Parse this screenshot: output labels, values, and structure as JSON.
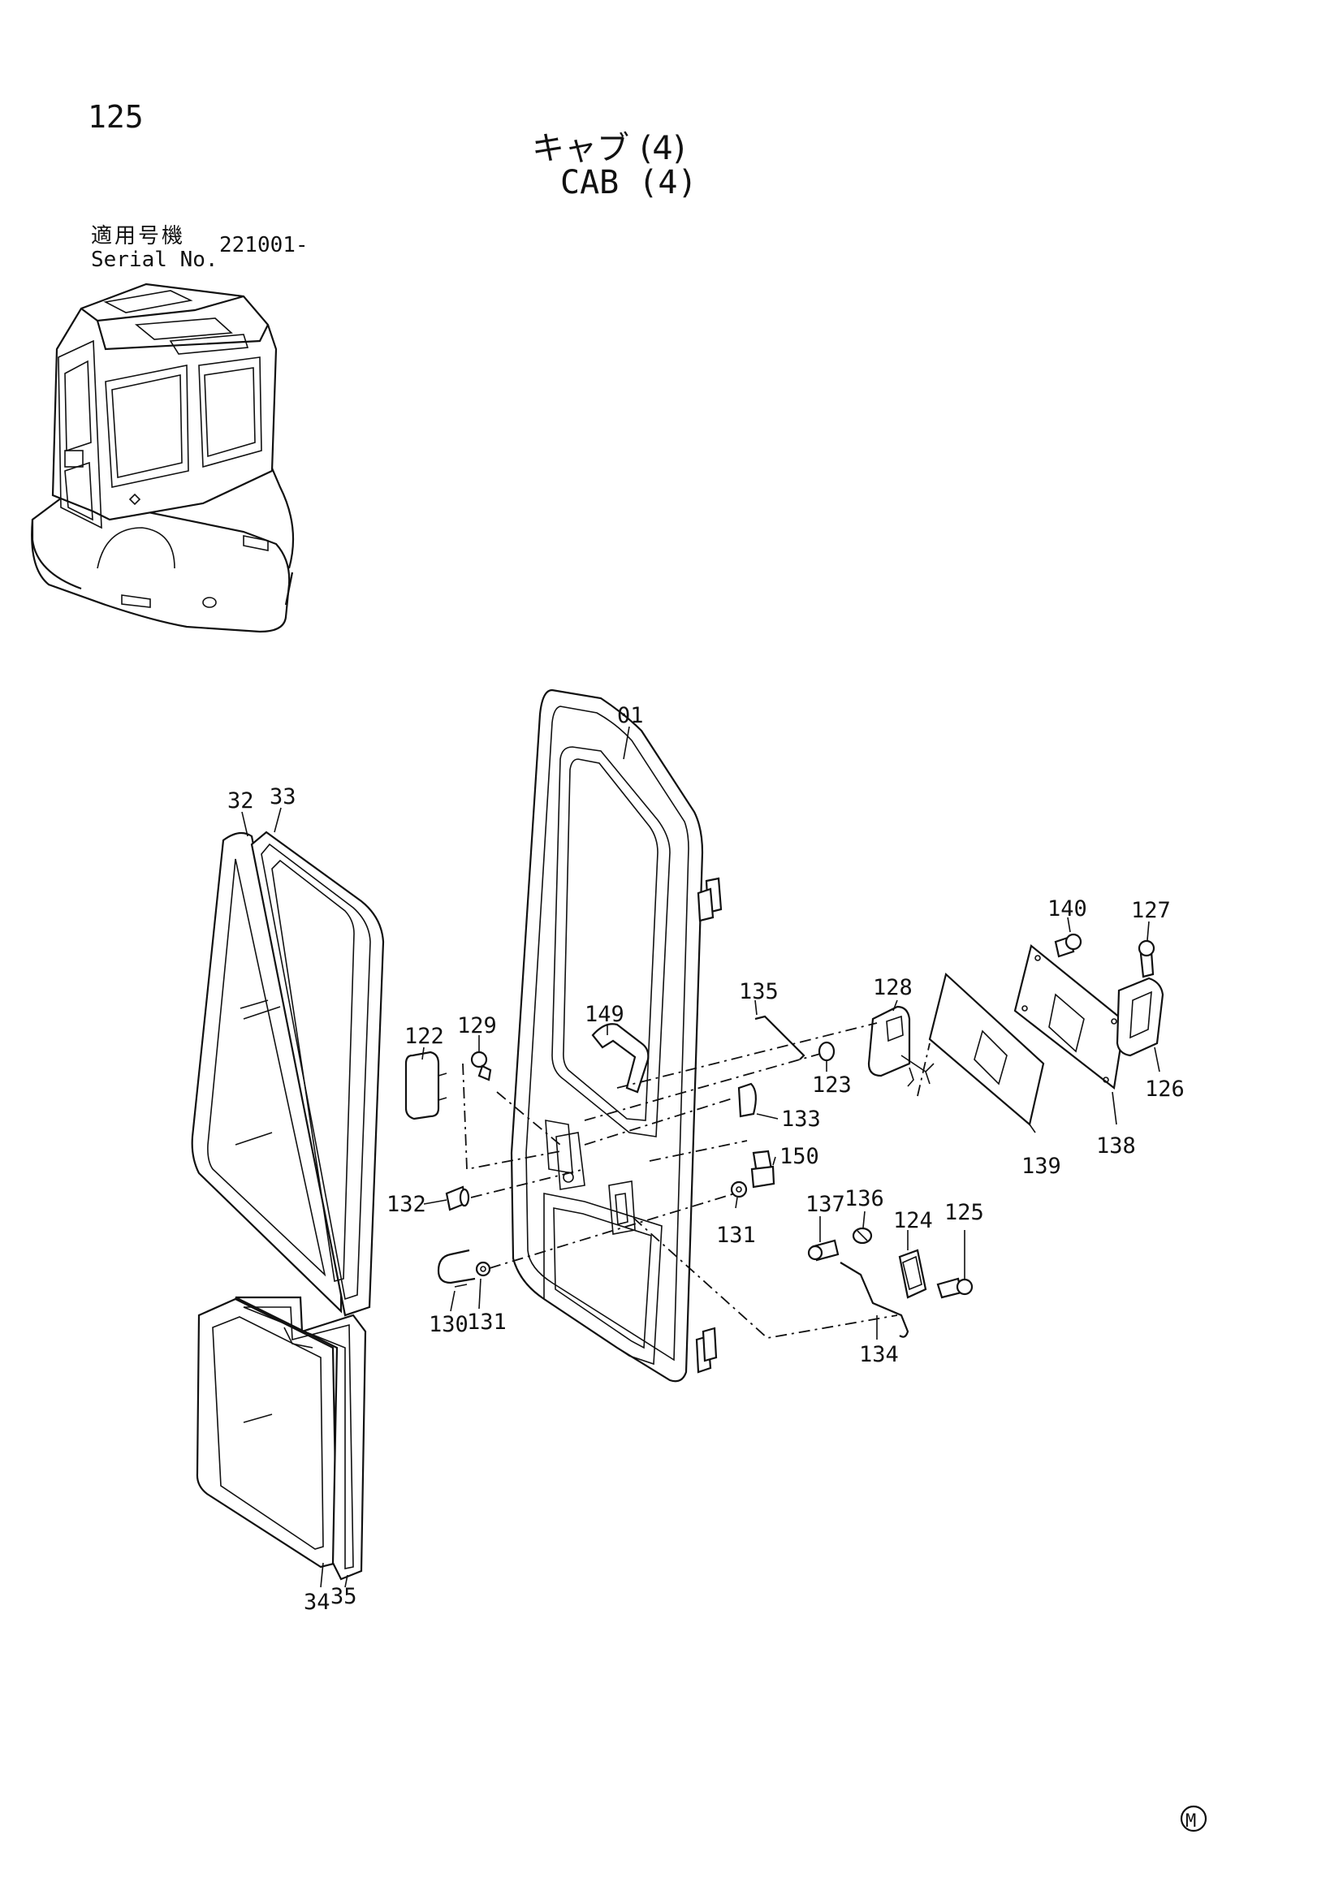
{
  "page_number": "125",
  "title_jp": "キャブ (4)",
  "title_en": "CAB (4)",
  "serial": {
    "label_jp": "適用号機",
    "label_en": "Serial No.",
    "value": "221001-"
  },
  "part_labels": {
    "p01": "01",
    "p32": "32",
    "p33": "33",
    "p34": "34",
    "p35": "35",
    "p122": "122",
    "p123": "123",
    "p124": "124",
    "p125": "125",
    "p126": "126",
    "p127": "127",
    "p128": "128",
    "p129": "129",
    "p130": "130",
    "p131a": "131",
    "p131b": "131",
    "p132": "132",
    "p133": "133",
    "p134": "134",
    "p135": "135",
    "p136": "136",
    "p137": "137",
    "p138": "138",
    "p139": "139",
    "p140": "140",
    "p149": "149",
    "p150": "150"
  },
  "mark": "M"
}
